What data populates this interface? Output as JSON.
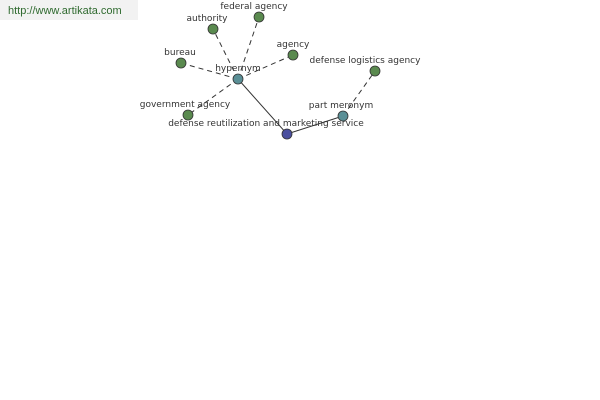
{
  "watermark": {
    "url": "http://www.artikata.com",
    "color": "#2f6a2f"
  },
  "diagram": {
    "colors": {
      "leaf_node": "#5a8a4f",
      "relation_node": "#5a8f96",
      "root_node": "#4b4f9f",
      "edge": "#333333",
      "label": "#333333"
    },
    "nodes": [
      {
        "id": "root",
        "label": "defense reutilization and marketing service",
        "kind": "root"
      },
      {
        "id": "hypernym",
        "label": "hypernym",
        "kind": "relation"
      },
      {
        "id": "part-meronym",
        "label": "part meronym",
        "kind": "relation"
      },
      {
        "id": "federal-agency",
        "label": "federal agency",
        "kind": "leaf"
      },
      {
        "id": "authority",
        "label": "authority",
        "kind": "leaf"
      },
      {
        "id": "agency",
        "label": "agency",
        "kind": "leaf"
      },
      {
        "id": "bureau",
        "label": "bureau",
        "kind": "leaf"
      },
      {
        "id": "government-agency",
        "label": "government agency",
        "kind": "leaf"
      },
      {
        "id": "defense-logistics-agency",
        "label": "defense logistics agency",
        "kind": "leaf"
      }
    ],
    "edges": [
      {
        "from": "root",
        "to": "hypernym",
        "style": "solid"
      },
      {
        "from": "root",
        "to": "part-meronym",
        "style": "solid"
      },
      {
        "from": "hypernym",
        "to": "federal-agency",
        "style": "dashed"
      },
      {
        "from": "hypernym",
        "to": "authority",
        "style": "dashed"
      },
      {
        "from": "hypernym",
        "to": "agency",
        "style": "dashed"
      },
      {
        "from": "hypernym",
        "to": "bureau",
        "style": "dashed"
      },
      {
        "from": "hypernym",
        "to": "government-agency",
        "style": "dashed"
      },
      {
        "from": "part-meronym",
        "to": "defense-logistics-agency",
        "style": "dashed"
      }
    ]
  }
}
